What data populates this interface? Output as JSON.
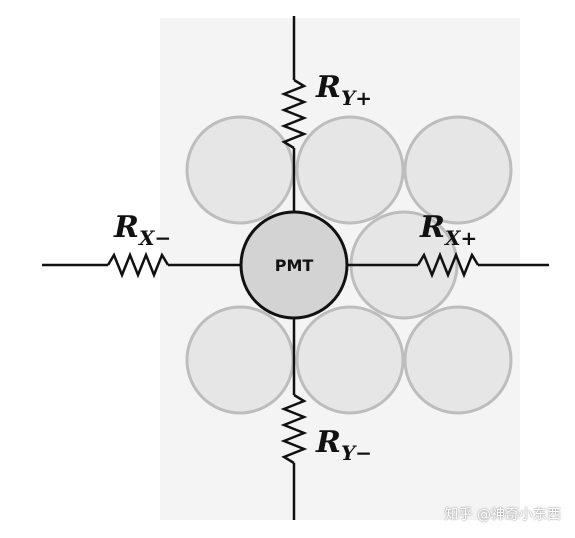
{
  "center_label": "PMT",
  "resistors": {
    "y_plus": {
      "main": "R",
      "sub": "Y+"
    },
    "y_minus": {
      "main": "R",
      "sub": "Y−"
    },
    "x_plus": {
      "main": "R",
      "sub": "X+"
    },
    "x_minus": {
      "main": "R",
      "sub": "X−"
    }
  },
  "watermark": "知乎 @神奇小东西",
  "colors": {
    "background_square": "#f4f4f4",
    "neighbor_fill": "#e6e6e6",
    "neighbor_stroke": "#bdbdbd",
    "pmt_fill": "#d3d3d3",
    "wire": "#111111"
  }
}
